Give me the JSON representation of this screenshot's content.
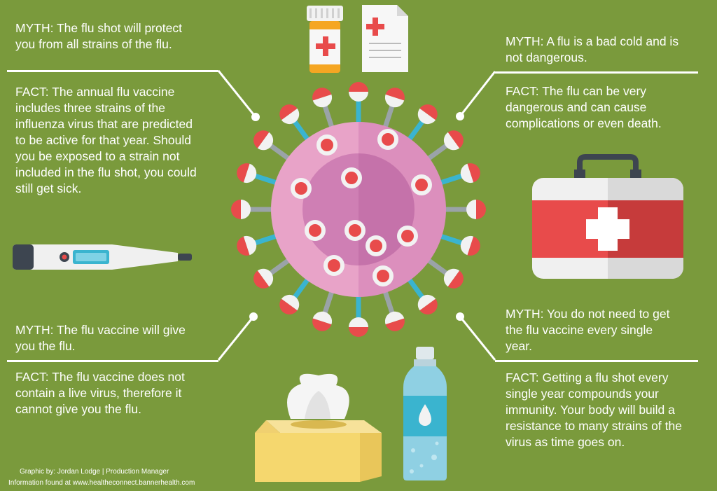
{
  "left_top": {
    "myth": "MYTH: The flu shot will protect you from all strains of the flu.",
    "fact": "FACT: The annual flu vaccine includes three strains of the influenza virus that are predicted to be active for that year. Should you be exposed to a strain not included in the flu shot, you could still get sick."
  },
  "left_bottom": {
    "myth": "MYTH: The flu vaccine will give you the flu.",
    "fact": "FACT: The flu vaccine does not contain a live virus, therefore it cannot give you the flu."
  },
  "right_top": {
    "myth": "MYTH: A flu is a bad cold and is not dangerous.",
    "fact": "FACT: The flu can be very dangerous and can cause complications or even death."
  },
  "right_bottom": {
    "myth": "MYTH: You do not need to get the flu vaccine every single year.",
    "fact": "FACT: Getting a flu shot every single year compounds your immunity. Your body will build a resistance to many strains of the virus as time goes on."
  },
  "credits": {
    "graphic": "Graphic by:  Jordan Lodge | Production Manager",
    "source": "Information found at www.healtheconnect.bannerhealth.com"
  },
  "colors": {
    "background": "#7a9a3c",
    "virus_outer": "#e8a3c8",
    "virus_inner": "#cf7fb4",
    "red": "#e84b4b",
    "teal": "#3ab4cf"
  },
  "icons": [
    "pill-bottle-icon",
    "prescription-icon",
    "thermometer-icon",
    "virus-icon",
    "first-aid-kit-icon",
    "tissue-box-icon",
    "water-bottle-icon"
  ]
}
